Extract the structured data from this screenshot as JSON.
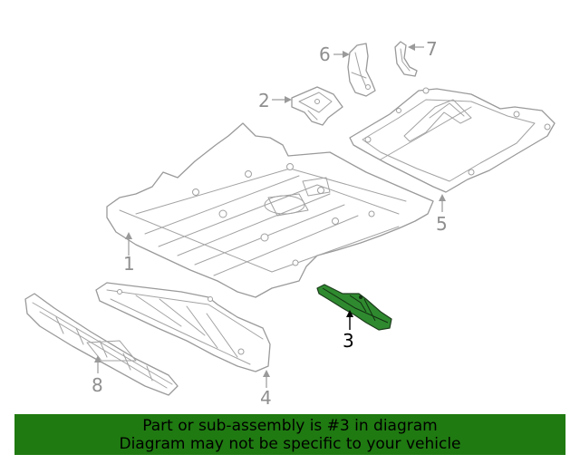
{
  "diagram": {
    "callouts": [
      {
        "id": "1",
        "label": "1"
      },
      {
        "id": "2",
        "label": "2"
      },
      {
        "id": "3",
        "label": "3"
      },
      {
        "id": "4",
        "label": "4"
      },
      {
        "id": "5",
        "label": "5"
      },
      {
        "id": "6",
        "label": "6"
      },
      {
        "id": "7",
        "label": "7"
      },
      {
        "id": "8",
        "label": "8"
      }
    ],
    "highlighted_part": "3",
    "colors": {
      "highlight": "#2f8a2f",
      "line": "#9a9a9a",
      "banner": "#1f7a11"
    }
  },
  "banner": {
    "line1": "Part or sub-assembly is #3 in diagram",
    "line2": "Diagram may not be specific to your vehicle"
  }
}
